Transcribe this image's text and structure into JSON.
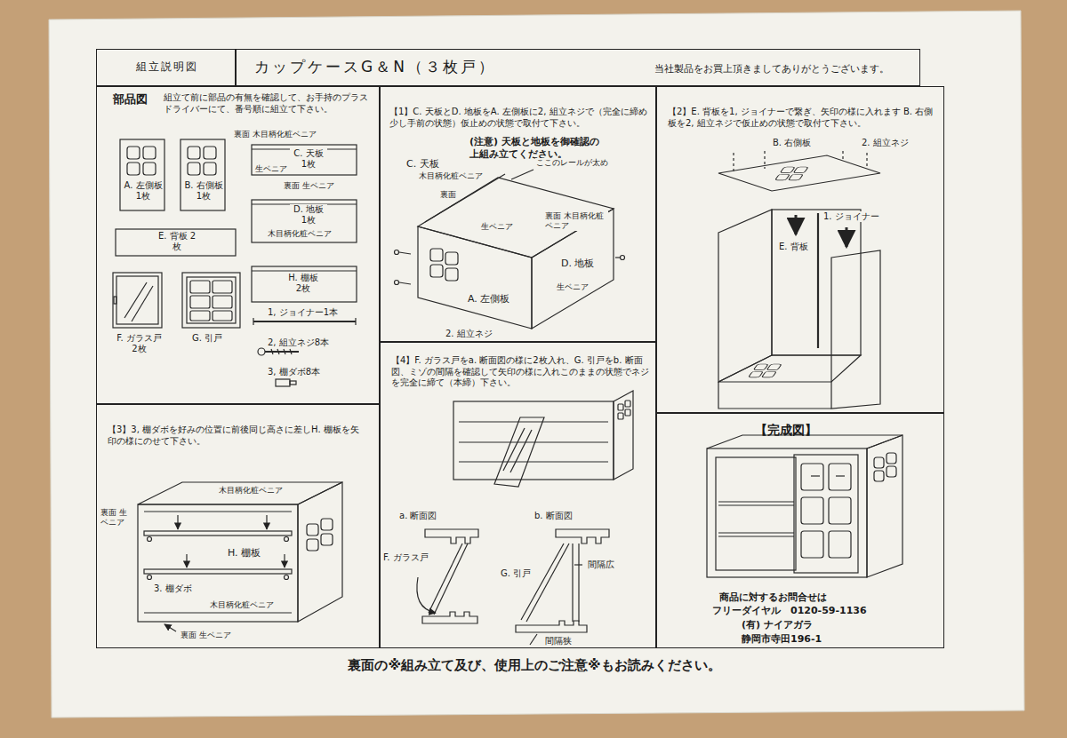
{
  "diagram": {
    "nodes": [
      {
        "text": [
          "組立説明図"
        ]
      },
      {
        "text": [
          "カップケースG＆N（３枚戸）",
          "当社製品をお買上頂きましてありがとうございます。"
        ]
      },
      {
        "text": [
          "部品図",
          "組立て前に部品の有無を確認して、お手持のプラスドライバーにて、番号順に組立て下さい。"
        ]
      },
      {
        "text": [
          "【1】C. 天板とD. 地板をA. 左側板に2, 組立ネジで（完全に締め少し手前の状態）仮止めの状態で取付て下さい。",
          "(注意) 天板と地板を御確認の上組み立てください。"
        ]
      },
      {
        "text": [
          "【2】E. 背板を1, ジョイナーで繋ぎ、矢印の様に入れます B. 右側板を2, 組立ネジで仮止めの状態で取付て下さい。"
        ]
      },
      {
        "text": [
          "【3】3, 棚ダボを好みの位置に前後同じ高さに差しH. 棚板を矢印の様にのせて下さい。"
        ]
      },
      {
        "text": [
          "【4】F. ガラス戸をa. 断面図の様に2枚入れ、G. 引戸をb. 断面図、ミゾの間隔を確認して矢印の様に入れこのままの状態でネジを完全に締て（本締）下さい。"
        ]
      },
      {
        "text": [
          "【完成図】",
          "商品に対するお問合せは",
          "フリーダイヤル　0120-59-1136",
          "(有) ナイアガラ",
          "静岡市寺田196-1"
        ]
      }
    ],
    "labels": [
      "裏面 木目柄化粧ベニア",
      "C. 天板 1枚",
      "生ベニア",
      "裏面 生ベニア",
      "D. 地板 1枚",
      "木目柄化粧ベニア",
      "A. 左側板 1枚",
      "B. 右側板 1枚",
      "E. 背板 2枚",
      "H. 棚板 2枚",
      "1, ジョイナー1本",
      "2, 組立ネジ8本",
      "3, 棚ダボ8本",
      "F. ガラス戸 2枚",
      "G. 引戸",
      "C. 天板",
      "木目柄化粧ベニア",
      "ここのレールが太め",
      "裏面",
      "生ベニア",
      "裏面 木目柄化粧ベニア",
      "D. 地板",
      "生ベニア",
      "A. 左側板",
      "2. 組立ネジ",
      "B. 右側板",
      "2. 組立ネジ",
      "1. ジョイナー",
      "E. 背板",
      "木目柄化粧ベニア",
      "裏面 生ベニア",
      "H. 棚板",
      "3. 棚ダボ",
      "木目柄化粧ベニア",
      "裏面 生ベニア",
      "a. 断面図",
      "b. 断面図",
      "F. ガラス戸",
      "G. 引戸",
      "間隔広",
      "間隔狭",
      "裏面の※組み立て及び、使用上のご注意※もお読みください。"
    ]
  }
}
